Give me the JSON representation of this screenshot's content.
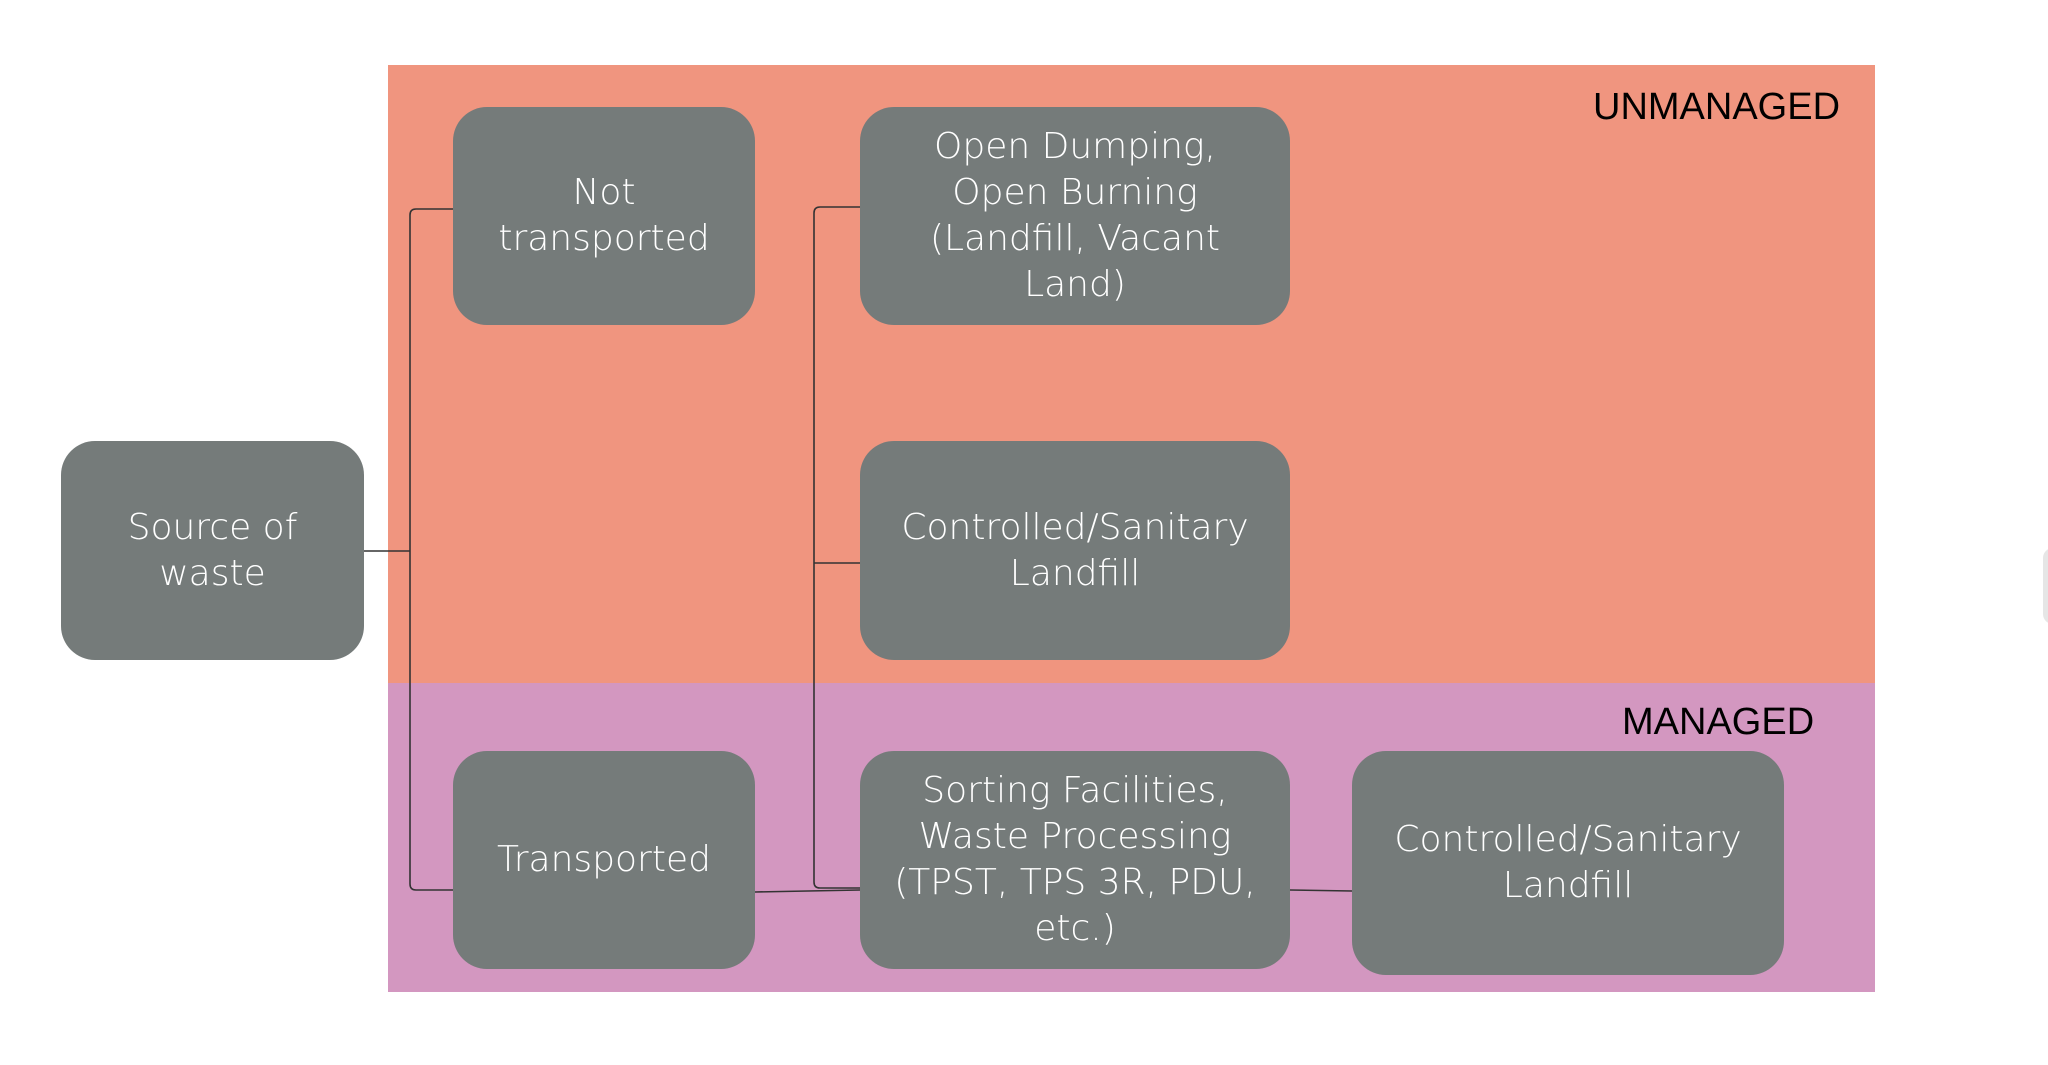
{
  "colors": {
    "unmanaged_zone": "#f0957f",
    "managed_zone": "#d397c0",
    "node_fill": "#757b7a",
    "node_text": "#ffffff",
    "connector": "#333333"
  },
  "zones": {
    "unmanaged": {
      "label": "UNMANAGED"
    },
    "managed": {
      "label": "MANAGED"
    }
  },
  "nodes": {
    "source": {
      "label": "Source of\nwaste"
    },
    "not_transported": {
      "label": "Not\ntransported"
    },
    "transported": {
      "label": "Transported"
    },
    "open_dumping": {
      "label": "Open Dumping,\nOpen Burning\n(Landfill, Vacant\nLand)"
    },
    "landfill_unmanaged": {
      "label": "Controlled/Sanitary\nLandfill"
    },
    "sorting": {
      "label": "Sorting Facilities,\nWaste Processing\n(TPST, TPS 3R, PDU,\netc.)"
    },
    "landfill_managed": {
      "label": "Controlled/Sanitary\nLandfill"
    }
  }
}
